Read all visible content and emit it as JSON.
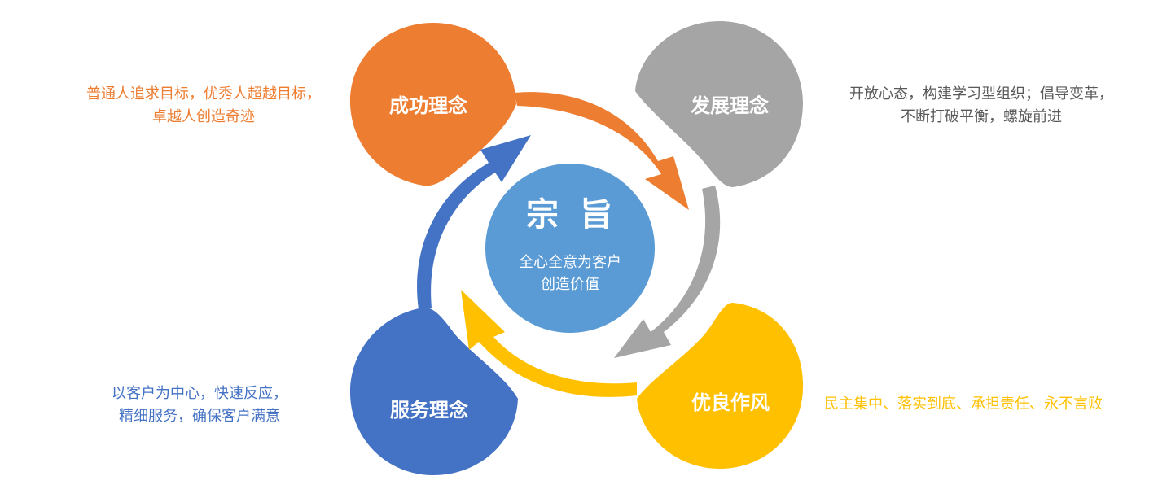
{
  "center": {
    "title": "宗 旨",
    "subtitle_line1": "全心全意为客户",
    "subtitle_line2": "创造价值",
    "color": "#5b9bd5"
  },
  "lobes": {
    "success": {
      "title": "成功理念",
      "color": "#ed7d31"
    },
    "development": {
      "title": "发展理念",
      "color": "#a5a5a5"
    },
    "style": {
      "title": "优良作风",
      "color": "#ffc000"
    },
    "service": {
      "title": "服务理念",
      "color": "#4472c4"
    }
  },
  "descriptions": {
    "success": {
      "line1": "普通人追求目标，优秀人超越目标，",
      "line2": "卓越人创造奇迹",
      "color": "#ed7d31"
    },
    "development": {
      "line1": "开放心态，构建学习型组织；倡导变革，",
      "line2": "不断打破平衡，螺旋前进",
      "color": "#595959"
    },
    "service": {
      "line1": "以客户为中心，快速反应，",
      "line2": "精细服务，确保客户满意",
      "color": "#4472c4"
    },
    "style": {
      "line1": "民主集中、落实到底、承担责任、永不言败",
      "color": "#ffc000"
    }
  }
}
